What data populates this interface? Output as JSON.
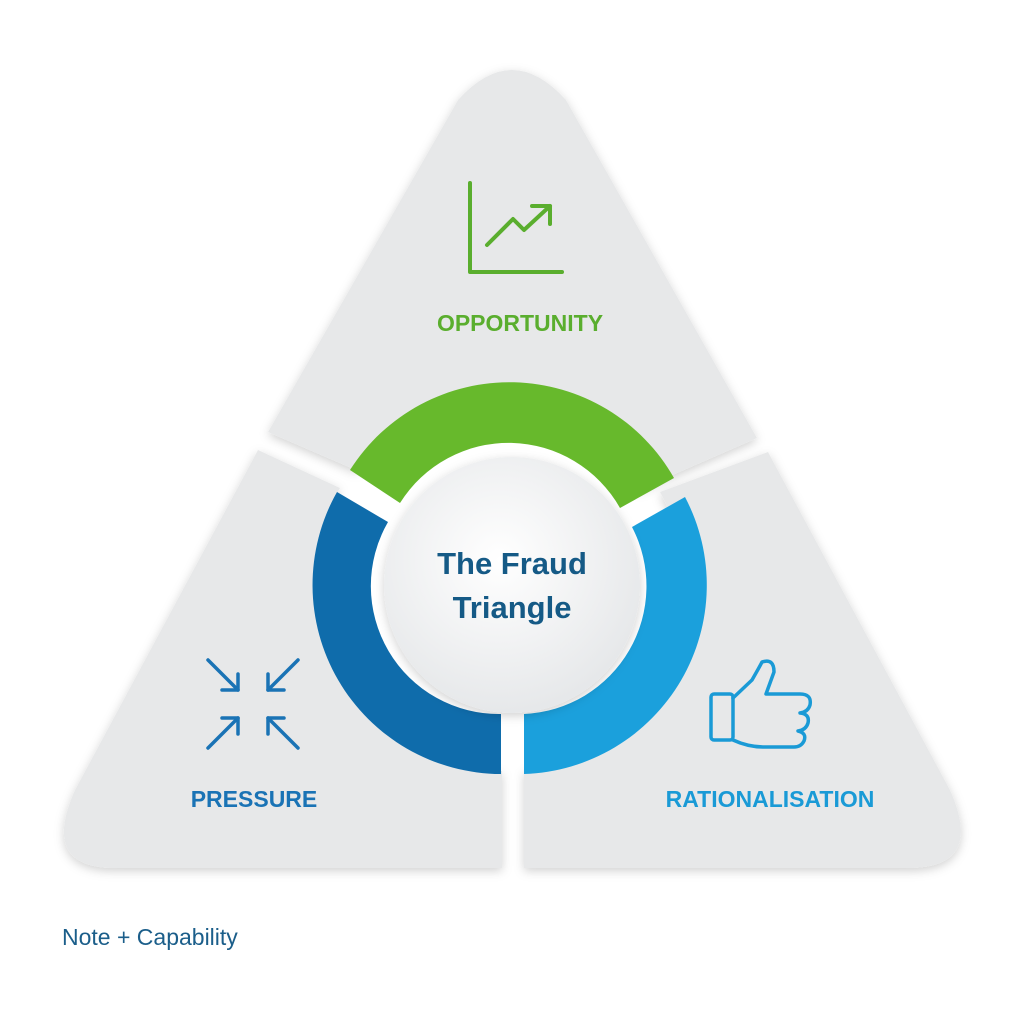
{
  "center": {
    "line1": "The Fraud",
    "line2": "Triangle"
  },
  "segments": [
    {
      "key": "opportunity",
      "label": "OPPORTUNITY",
      "icon": "growth-chart-icon",
      "color": "#5aae2e",
      "ring_color": "#67b92c"
    },
    {
      "key": "pressure",
      "label": "PRESSURE",
      "icon": "compress-arrows-icon",
      "color": "#1a73b5",
      "ring_color": "#0f6cab"
    },
    {
      "key": "rationalisation",
      "label": "RATIONALISATION",
      "icon": "thumbs-up-icon",
      "color": "#1a9ad6",
      "ring_color": "#1ba0dc"
    }
  ],
  "note": "Note + Capability",
  "colors": {
    "panel": "#e7e8e9",
    "text_dark": "#155a86"
  }
}
